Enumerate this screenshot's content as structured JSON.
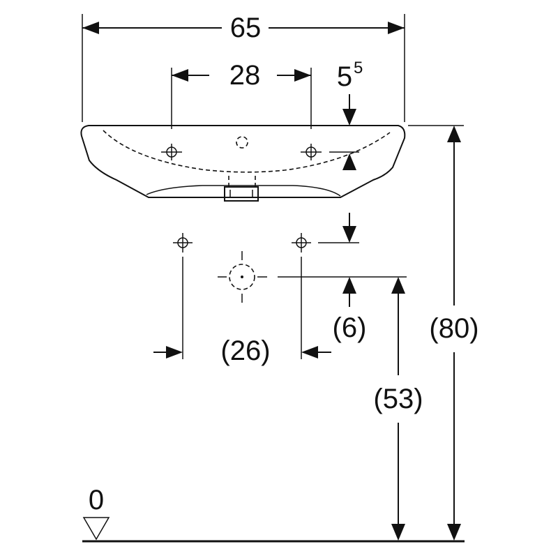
{
  "dimensions": {
    "overall_width": "65",
    "tap_hole_spacing": "28",
    "rim_depth_base": "5",
    "rim_depth_sup": "5",
    "waste_offset": "(6)",
    "fixing_spacing": "(26)",
    "waste_height": "(53)",
    "rim_height": "(80)",
    "floor_level": "0"
  },
  "colors": {
    "line": "#111111",
    "background": "#ffffff"
  }
}
